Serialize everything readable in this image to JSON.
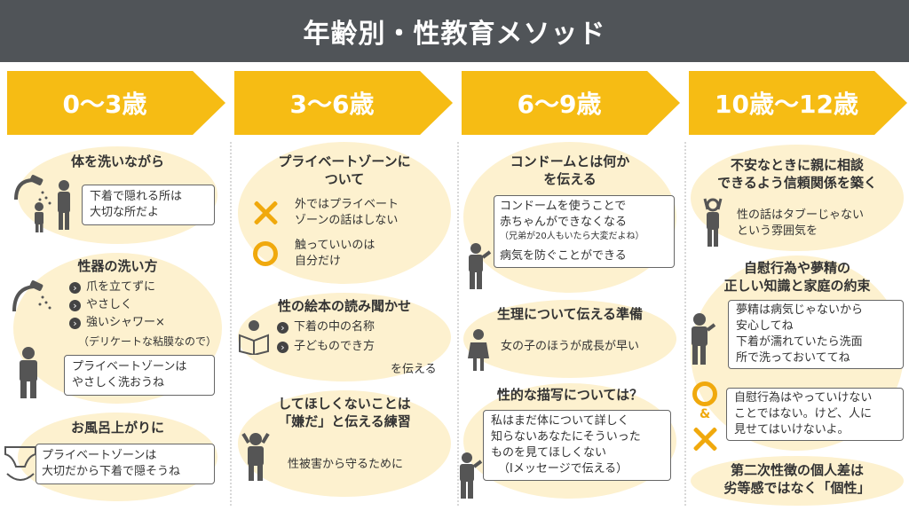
{
  "title": "年齢別・性教育メソッド",
  "ages": [
    "0～3歳",
    "3～6歳",
    "6～9歳",
    "10歳～12歳"
  ],
  "colors": {
    "header": "#505458",
    "accent": "#f6bc14",
    "blob": "#fdf1cf",
    "mark": "#f0a90d"
  },
  "col1": {
    "s1_title": "体を洗いながら",
    "s1_box": [
      "下着で隠れる所は",
      "大切な所だよ"
    ],
    "s2_title": "性器の洗い方",
    "s2_items": [
      "爪を立てずに",
      "やさしく",
      "強いシャワー×"
    ],
    "s2_note": "（デリケートな粘膜なので）",
    "s2_box": [
      "プライベートゾーンは",
      "やさしく洗おうね"
    ],
    "s3_title": "お風呂上がりに",
    "s3_box": [
      "プライベートゾーンは",
      "大切だから下着で隠そうね"
    ]
  },
  "col2": {
    "s1_title": [
      "プライベートゾーンに",
      "ついて"
    ],
    "s1_x": [
      "外ではプライベート",
      "ゾーンの話はしない"
    ],
    "s1_o": [
      "触っていいのは",
      "自分だけ"
    ],
    "s2_title": "性の絵本の読み聞かせ",
    "s2_items": [
      "下着の中の名称",
      "子どものでき方"
    ],
    "s2_tail": "を伝える",
    "s3_title": [
      "してほしくないことは",
      "「嫌だ」と伝える練習"
    ],
    "s3_text": "性被害から守るために"
  },
  "col3": {
    "s1_title": [
      "コンドームとは何か",
      "を伝える"
    ],
    "s1_box": [
      "コンドームを使うことで",
      "赤ちゃんができなくなる"
    ],
    "s1_note": "（兄弟が20人もいたら大変だよね）",
    "s1_box2": "病気を防ぐことができる",
    "s2_title": "生理について伝える準備",
    "s2_text": "女の子のほうが成長が早い",
    "s3_title": "性的な描写については？",
    "s3_box": [
      "私はまだ体について詳しく",
      "知らないあなたにそういった",
      "ものを見てほしくない",
      "（Iメッセージで伝える）"
    ]
  },
  "col4": {
    "s1_title": [
      "不安なときに親に相談",
      "できるよう信頼関係を築く"
    ],
    "s1_text": [
      "性の話はタブーじゃない",
      "という雰囲気を"
    ],
    "s2_title": [
      "自慰行為や夢精の",
      "正しい知識と家庭の約束"
    ],
    "s2_box": [
      "夢精は病気じゃないから",
      "安心してね",
      "下着が濡れていたら洗面",
      "所で洗っておいててね"
    ],
    "s2_box2": [
      "自慰行為はやっていけない",
      "ことではない。けど、人に",
      "見せてはいけないよ。"
    ],
    "amp": "&",
    "s3_title": [
      "第二次性徴の個人差は",
      "劣等感ではなく「個性」"
    ]
  }
}
